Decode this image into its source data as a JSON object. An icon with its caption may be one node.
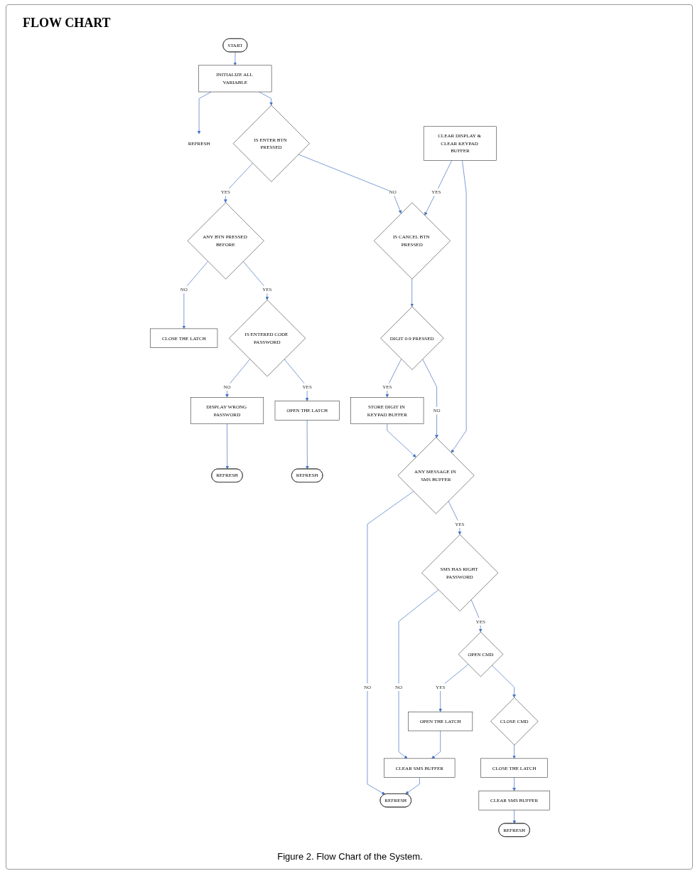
{
  "diagram": {
    "title": "FLOW CHART",
    "caption": "Figure 2. Flow Chart of the System.",
    "nodes": [
      {
        "text": [
          "START"
        ]
      },
      {
        "text": [
          "INITIALIZE ALL VARIABLE"
        ]
      },
      {
        "text": [
          "REFRESH"
        ]
      },
      {
        "text": [
          "IS ENTER BTN PRESSED"
        ]
      },
      {
        "text": [
          "ANY BTN PRESSED BEFORE"
        ]
      },
      {
        "text": [
          "CLOSE THE LATCH"
        ]
      },
      {
        "text": [
          "IS ENTERED CODE PASSWORD"
        ]
      },
      {
        "text": [
          "DISPLAY WRONG PASSWORD"
        ]
      },
      {
        "text": [
          "REFRESH"
        ]
      },
      {
        "text": [
          "OPEN THE LATCH"
        ]
      },
      {
        "text": [
          "REFRESH"
        ]
      },
      {
        "text": [
          "IS CANCEL BTN PRESSED"
        ]
      },
      {
        "text": [
          "CLEAR DISPLAY & CLEAR KEYPAD BUFFER"
        ]
      },
      {
        "text": [
          "DIGIT 0-9 PRESSED"
        ]
      },
      {
        "text": [
          "STORE DIGIT IN KEYPAD BUFFER"
        ]
      },
      {
        "text": [
          "ANY MESSAGE IN SMS BUFFER"
        ]
      },
      {
        "text": [
          "REFRESH"
        ]
      },
      {
        "text": [
          "SMS HAS RIGHT PASSWORD"
        ]
      },
      {
        "text": [
          "CLEAR SMS BUFFER"
        ]
      },
      {
        "text": [
          "OPEN THE LATCH"
        ]
      },
      {
        "text": [
          "OPEN CMD"
        ]
      },
      {
        "text": [
          "CLOSE CMD"
        ]
      },
      {
        "text": [
          "CLOSE THE LATCH"
        ]
      },
      {
        "text": [
          "CLEAR SMS BUFFER"
        ]
      },
      {
        "text": [
          "REFRESH"
        ]
      }
    ],
    "edges": [
      {
        "from": 0,
        "to": 1,
        "arrow": "to"
      },
      {
        "from": 1,
        "to": 2,
        "arrow": "to"
      },
      {
        "from": 1,
        "to": 3,
        "arrow": "to"
      },
      {
        "from": 3,
        "to": 4,
        "arrow": "to",
        "label": "YES"
      },
      {
        "from": 4,
        "to": 5,
        "arrow": "to",
        "label": "NO"
      },
      {
        "from": 4,
        "to": 6,
        "arrow": "to",
        "label": "YES"
      },
      {
        "from": 6,
        "to": 7,
        "arrow": "to",
        "label": "NO"
      },
      {
        "from": 7,
        "to": 8,
        "arrow": "to"
      },
      {
        "from": 6,
        "to": 9,
        "arrow": "to",
        "label": "YES"
      },
      {
        "from": 9,
        "to": 10,
        "arrow": "to"
      },
      {
        "from": 3,
        "to": 11,
        "arrow": "to",
        "label": "NO"
      },
      {
        "from": 12,
        "to": 11,
        "arrow": "to",
        "label": "YES"
      },
      {
        "from": 11,
        "to": 13,
        "arrow": "to"
      },
      {
        "from": 13,
        "to": 14,
        "arrow": "to",
        "label": "YES"
      },
      {
        "from": 14,
        "to": 15,
        "arrow": "to"
      },
      {
        "from": 13,
        "to": 15,
        "arrow": "to",
        "label": "NO"
      },
      {
        "from": 12,
        "to": 15,
        "arrow": "to"
      },
      {
        "from": 15,
        "to": 16,
        "arrow": "to",
        "label": "NO"
      },
      {
        "from": 15,
        "to": 17,
        "arrow": "to",
        "label": "YES"
      },
      {
        "from": 17,
        "to": 18,
        "arrow": "to",
        "label": "NO"
      },
      {
        "from": 17,
        "to": 20,
        "arrow": "to",
        "label": "YES"
      },
      {
        "from": 20,
        "to": 19,
        "arrow": "to",
        "label": "YES"
      },
      {
        "from": 19,
        "to": 18,
        "arrow": "to"
      },
      {
        "from": 18,
        "to": 16,
        "arrow": "to"
      },
      {
        "from": 20,
        "to": 21,
        "arrow": "to"
      },
      {
        "from": 21,
        "to": 22,
        "arrow": "to"
      },
      {
        "from": 22,
        "to": 23,
        "arrow": "to"
      },
      {
        "from": 23,
        "to": 24,
        "arrow": "to"
      }
    ]
  }
}
